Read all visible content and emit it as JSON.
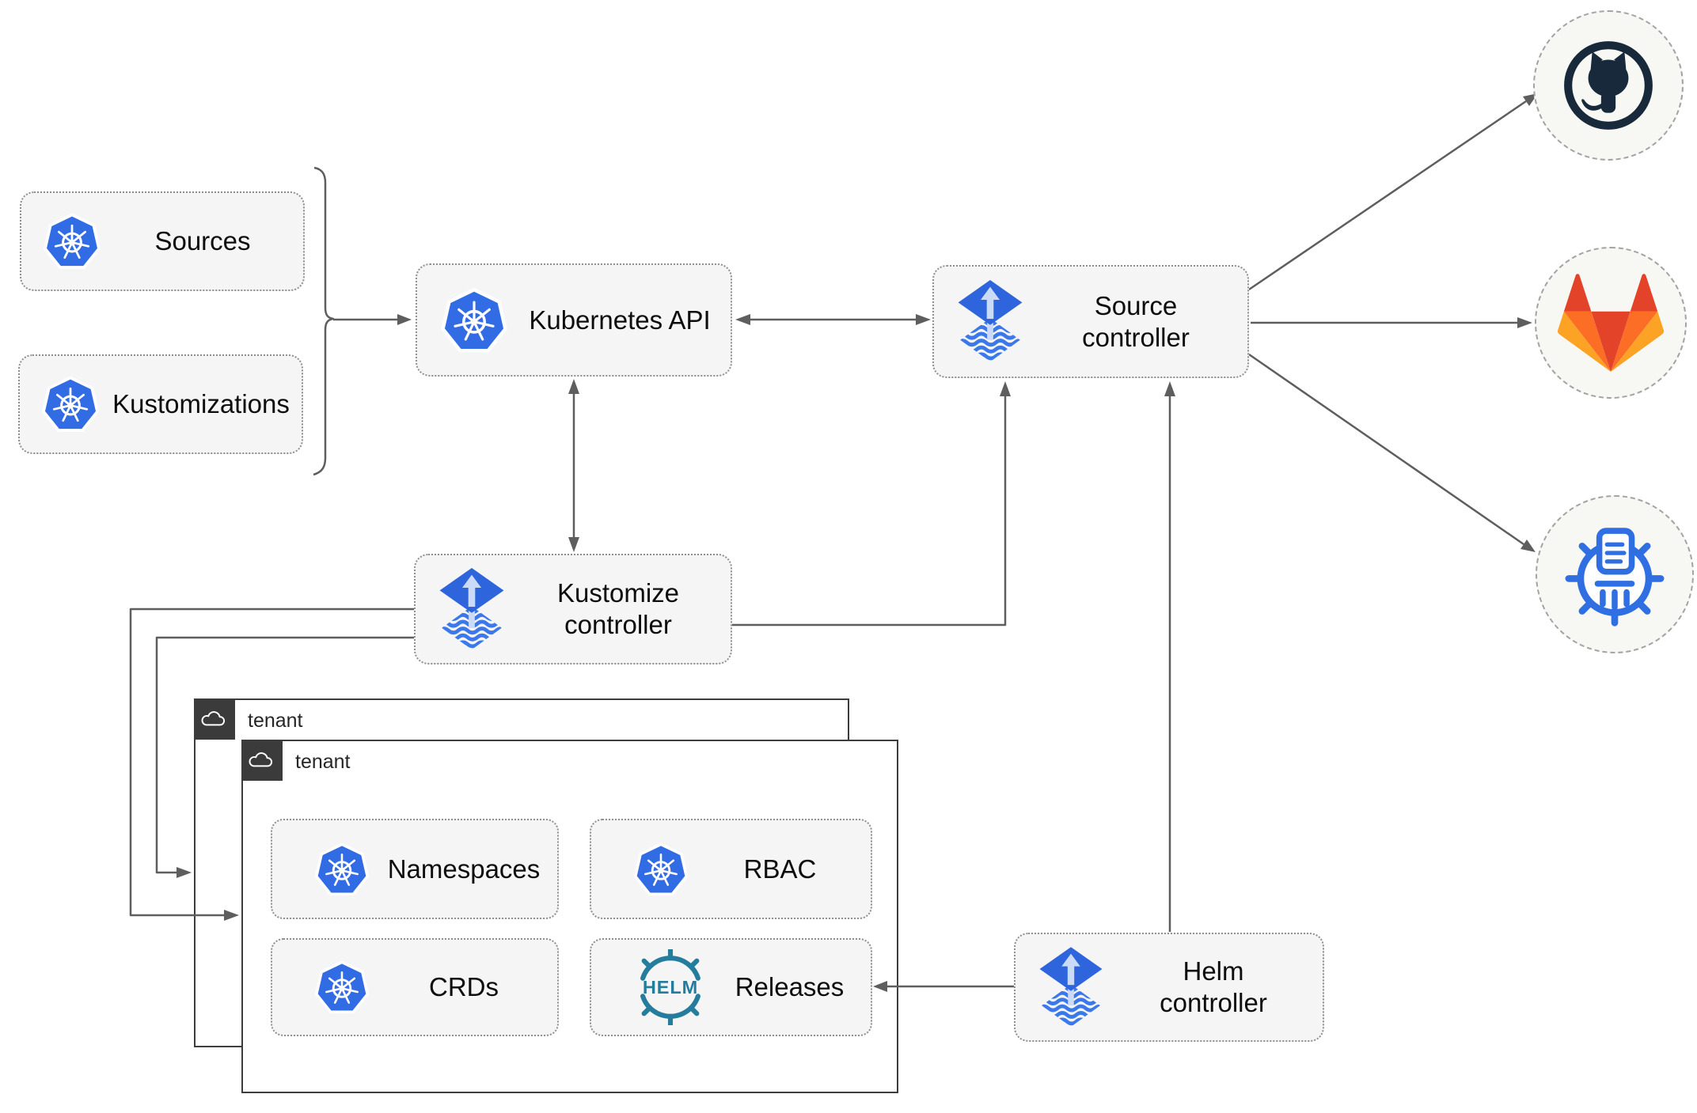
{
  "nodes": {
    "sources": {
      "label": "Sources"
    },
    "kustomizations": {
      "label": "Kustomizations"
    },
    "kubernetes_api": {
      "label": "Kubernetes API"
    },
    "source_controller": {
      "line1": "Source",
      "line2": "controller"
    },
    "kustomize_controller": {
      "line1": "Kustomize",
      "line2": "controller"
    },
    "helm_controller": {
      "line1": "Helm",
      "line2": "controller"
    },
    "namespaces": {
      "label": "Namespaces"
    },
    "rbac": {
      "label": "RBAC"
    },
    "crds": {
      "label": "CRDs"
    },
    "releases": {
      "label": "Releases"
    }
  },
  "tenants": {
    "back": {
      "label": "tenant"
    },
    "front": {
      "label": "tenant"
    }
  },
  "icons": {
    "kubernetes": "kubernetes-icon",
    "flux": "flux-icon",
    "helm": "helm-icon",
    "helm_text": "HELM",
    "cloud": "cloud-icon",
    "github": "github-icon",
    "gitlab": "gitlab-icon",
    "chartmuseum": "chartmuseum-icon"
  },
  "colors": {
    "k8s_blue": "#326ce5",
    "flux_blue": "#2e65dc",
    "flux_light": "#cbdaf7",
    "flux_wave": "#3b79ea",
    "helm_teal": "#257d9e",
    "line": "#5e5e5e",
    "box_fill": "#f5f5f5",
    "box_border": "#8f8f8f",
    "tenant_border": "#3d3d3d",
    "badge_bg": "#3b3b3b",
    "github_dark": "#17293b",
    "gitlab_red": "#e24329",
    "gitlab_orange": "#fc6d26",
    "gitlab_yellow": "#fca326",
    "chartmuseum_blue": "#2f6fe2",
    "circle_fill": "#f7f7f4",
    "circle_border": "#a3a3a3"
  }
}
